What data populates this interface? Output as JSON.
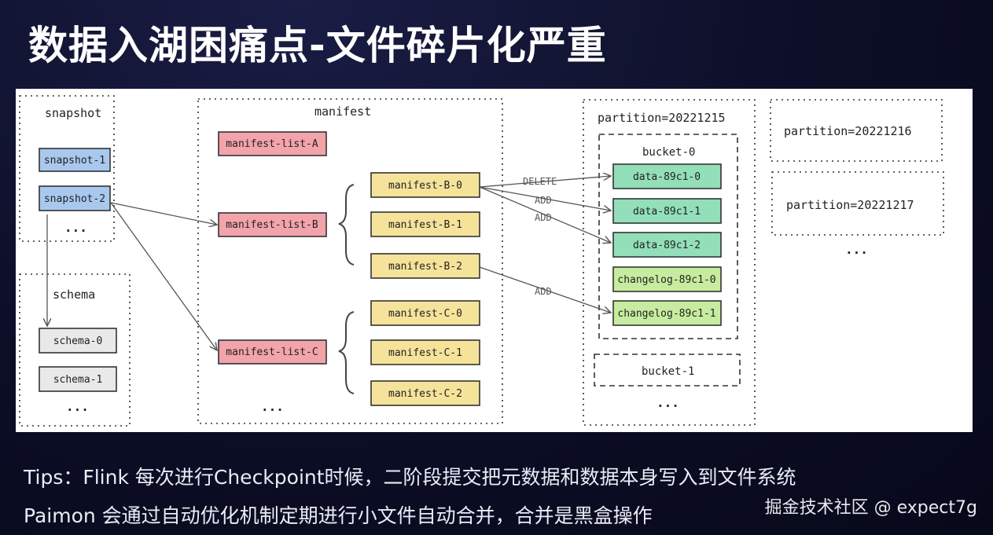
{
  "title": "数据入湖困痛点-文件碎片化严重",
  "diagram": {
    "groups": {
      "snapshot": "snapshot",
      "schema": "schema",
      "manifest": "manifest",
      "partition_1215": "partition=20221215",
      "partition_1216": "partition=20221216",
      "partition_1217": "partition=20221217",
      "bucket_0": "bucket-0",
      "bucket_1": "bucket-1"
    },
    "snapshots": [
      "snapshot-1",
      "snapshot-2"
    ],
    "schemas": [
      "schema-0",
      "schema-1"
    ],
    "manifest_lists": [
      "manifest-list-A",
      "manifest-list-B",
      "manifest-list-C"
    ],
    "manifests_b": [
      "manifest-B-0",
      "manifest-B-1",
      "manifest-B-2"
    ],
    "manifests_c": [
      "manifest-C-0",
      "manifest-C-1",
      "manifest-C-2"
    ],
    "data_files": [
      "data-89c1-0",
      "data-89c1-1",
      "data-89c1-2",
      "changelog-89c1-0",
      "changelog-89c1-1"
    ],
    "edge_labels": [
      "DELETE",
      "ADD",
      "ADD",
      "ADD"
    ],
    "ellipsis": "...",
    "colors": {
      "snapshot": "#a9c8ee",
      "schema": "#e9e9e9",
      "manifest_list": "#f2a3ab",
      "manifest": "#f6e39a",
      "data": "#92dfb9",
      "changelog": "#c7ec9f"
    }
  },
  "tips": [
    "Tips：Flink 每次进行Checkpoint时候，二阶段提交把元数据和数据本身写入到文件系统",
    "Paimon 会通过自动优化机制定期进行小文件自动合并，合并是黑盒操作"
  ],
  "watermark": "掘金技术社区 @ expect7g"
}
